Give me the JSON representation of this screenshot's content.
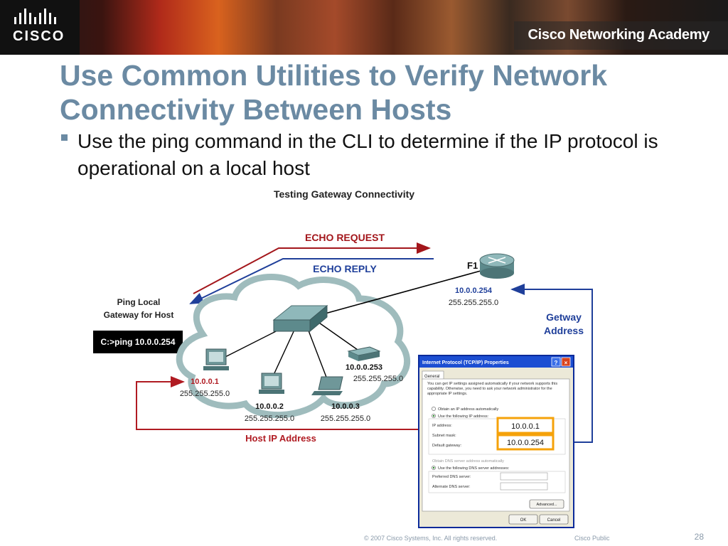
{
  "header": {
    "logo_text": "CISCO",
    "academy_text": "Cisco Networking Academy"
  },
  "slide": {
    "title": "Use Common Utilities to Verify Network Connectivity Between Hosts",
    "bullet": "Use the ping command in the CLI to determine if the IP protocol is operational on a local host"
  },
  "diagram": {
    "title": "Testing Gateway Connectivity",
    "echo_request": "ECHO REQUEST",
    "echo_reply": "ECHO REPLY",
    "router_label": "F1",
    "router_ip": "10.0.0.254",
    "router_mask": "255.255.255.0",
    "gateway_label_1": "Getway",
    "gateway_label_2": "Address",
    "ping_label_1": "Ping Local",
    "ping_label_2": "Gateway for Host",
    "command": "C:>ping 10.0.0.254",
    "hosts": [
      {
        "ip": "10.0.0.1",
        "mask": "255.255.255.0"
      },
      {
        "ip": "10.0.0.2",
        "mask": "255.255.255.0"
      },
      {
        "ip": "10.0.0.3",
        "mask": "255.255.255.0"
      },
      {
        "ip": "10.0.0.253",
        "mask": "255.255.255.0"
      }
    ],
    "host_ip_label": "Host IP Address",
    "dialog": {
      "title": "Internet Protocol (TCP/IP) Properties",
      "tab": "General",
      "description": "You can get IP settings assigned automatically if your network supports this capability. Otherwise, you need to ask your network administrator for the appropriate IP settings.",
      "radio_auto": "Obtain an IP address automatically",
      "radio_manual": "Use the following IP address:",
      "ip_label": "IP address:",
      "subnet_label": "Subnet mask:",
      "gateway_label": "Default gateway:",
      "ip_value": "10.0.0.1",
      "gateway_value": "10.0.0.254",
      "dns_auto": "Obtain DNS server address automatically",
      "dns_manual": "Use the following DNS server addresses:",
      "preferred_dns": "Preferred DNS server:",
      "alternate_dns": "Alternate DNS server:",
      "advanced_btn": "Advanced...",
      "ok_btn": "OK",
      "cancel_btn": "Cancel"
    },
    "colors": {
      "request": "#a3161b",
      "reply": "#1f3f9a",
      "gateway_arrow": "#1f3f9a",
      "host_arrow": "#b01b22",
      "highlight": "#f5a20a"
    }
  },
  "footer": {
    "copyright": "© 2007 Cisco Systems, Inc. All rights reserved.",
    "classification": "Cisco Public",
    "page": "28"
  }
}
